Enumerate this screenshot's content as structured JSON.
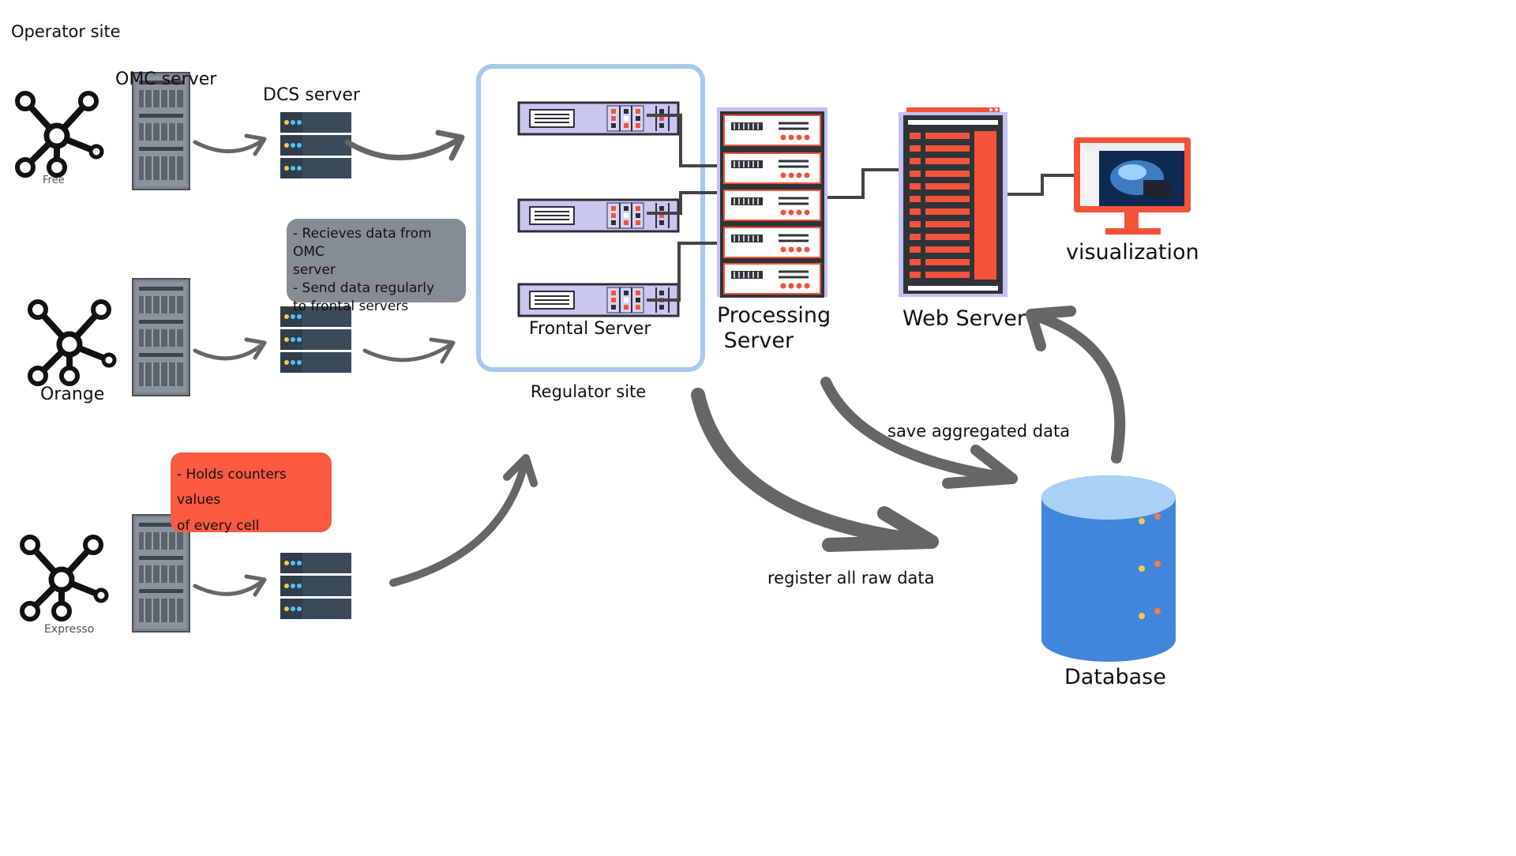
{
  "labels": {
    "operator_site": "Operator site",
    "omc_server": "OMC server",
    "dcs_server": "DCS server",
    "free": "Free",
    "orange": "Orange",
    "expresso": "Expresso",
    "frontal_server": "Frontal Server",
    "regulator_site": "Regulator site",
    "processing_server": "Processing\n Server",
    "web_server": "Web Server",
    "visualization": "visualization",
    "database": "Database",
    "save_aggregated": "save aggregated data",
    "register_raw": "register all raw data"
  },
  "notes": {
    "dcs_note": "- Recieves data from OMC\nserver\n- Send data regularly\nto frontal servers",
    "omc_note": "- Holds counters values\n of every cell"
  },
  "colors": {
    "regulator_border": "#a8c8ec",
    "dcs_note_bg": "#868c94",
    "omc_note_bg": "#fa5a41",
    "arrow": "#666666",
    "server_gray": "#7d8590",
    "dcs_dark": "#2f3d4c",
    "frontal_body": "#c9c7f0",
    "processing_frame": "#c4c0f2",
    "processing_body": "#2f3438",
    "web_orange": "#f4533a",
    "database_blue": "#3f86dc",
    "link_line": "#444444"
  },
  "icons": {
    "network_node": "network-hub-icon",
    "omc": "rack-server-icon",
    "dcs": "dcs-server-icon",
    "frontal": "rackmount-server-icon",
    "processing": "processing-rack-icon",
    "web": "web-server-icon",
    "monitor": "monitor-icon",
    "database": "database-icon"
  }
}
